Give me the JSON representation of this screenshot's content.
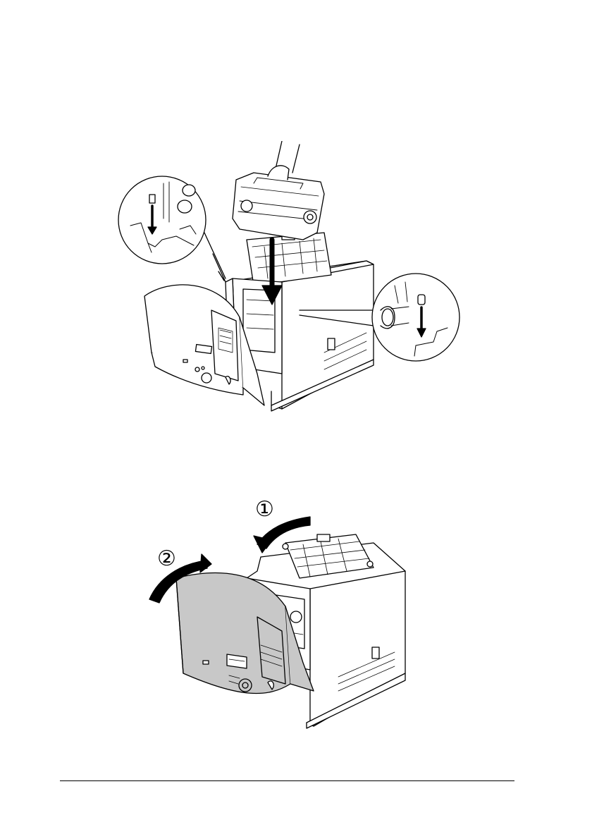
{
  "page": {
    "background": "#ffffff",
    "ink": "#000000",
    "gray_fill": "#c8c8c8"
  },
  "figure1": {
    "subject": "installing-drum-cartridge",
    "arrow_icons": [
      "down-arrow-icon",
      "down-arrow-icon",
      "down-arrow-icon"
    ]
  },
  "figure2": {
    "subject": "closing-covers",
    "steps": [
      {
        "number": "①"
      },
      {
        "number": "②"
      }
    ],
    "arrow_icons": [
      "curved-arrow-icon",
      "curved-arrow-icon"
    ]
  }
}
